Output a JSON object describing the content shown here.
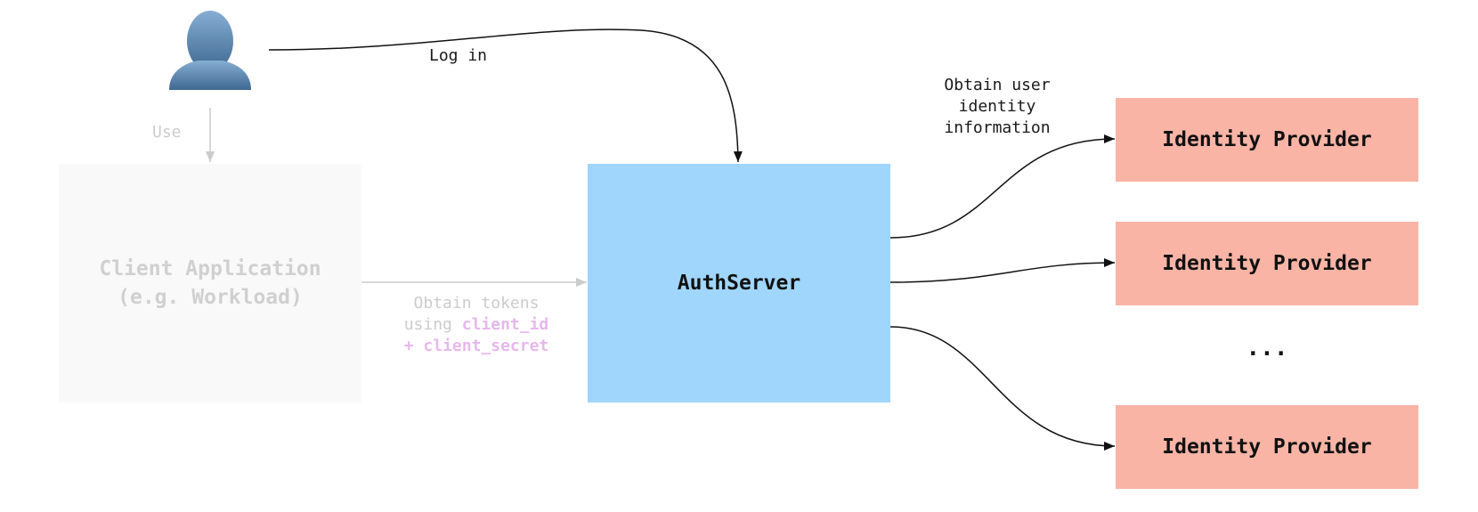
{
  "nodes": {
    "client_app": {
      "line1": "Client Application",
      "line2": "(e.g. Workload)"
    },
    "auth_server": {
      "label": "AuthServer"
    },
    "identity_providers": [
      {
        "label": "Identity Provider"
      },
      {
        "label": "Identity Provider"
      },
      {
        "label": "Identity Provider"
      }
    ],
    "ellipsis": "..."
  },
  "edges": {
    "log_in": "Log in",
    "use": "Use",
    "obtain_identity": {
      "line1": "Obtain user",
      "line2": "identity",
      "line3": "information"
    },
    "obtain_tokens": {
      "line1": "Obtain tokens",
      "line2_prefix": "using ",
      "line2_code": "client_id",
      "line3_code": "+ client_secret"
    }
  },
  "colors": {
    "client_box": "#f9f9f9",
    "auth_box": "#a0d5fc",
    "idp_box": "#f9b4a6",
    "accent_code": "#e6b8ec",
    "faint_text": "#cccccc"
  },
  "icons": {
    "user": "user-silhouette-icon"
  }
}
